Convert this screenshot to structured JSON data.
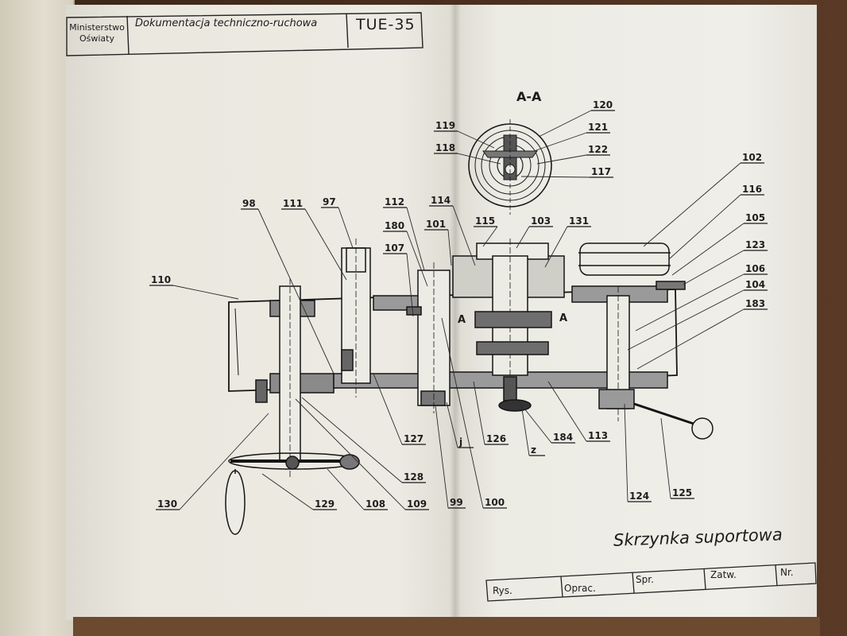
{
  "title_block": {
    "ministry": "Ministerstwo Oświaty",
    "document_type": "Dokumentacja techniczno-ruchowa",
    "code": "TUE-35"
  },
  "drawing_title": "Skrzynka suportowa",
  "section_label": "A-A",
  "section_markers": [
    "A",
    "A"
  ],
  "signature_fields": {
    "rys": "Rys.",
    "oprac": "Oprac.",
    "spr": "Spr.",
    "zatw": "Zatw.",
    "nr": "Nr."
  },
  "part_labels": [
    "120",
    "119",
    "121",
    "118",
    "122",
    "117",
    "102",
    "116",
    "98",
    "111",
    "97",
    "112",
    "114",
    "180",
    "101",
    "115",
    "103",
    "131",
    "105",
    "107",
    "123",
    "110",
    "106",
    "104",
    "183",
    "127",
    "126",
    "j",
    "z",
    "184",
    "113",
    "128",
    "130",
    "129",
    "108",
    "109",
    "99",
    "100",
    "124",
    "125"
  ]
}
